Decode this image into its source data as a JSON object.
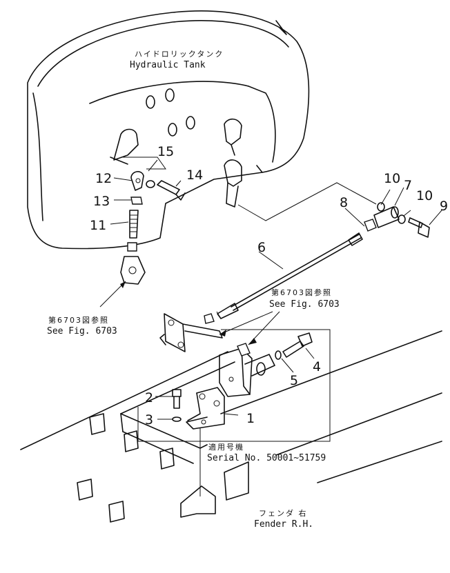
{
  "labels": {
    "tank_jp": "ハイドロリックタンク",
    "tank_en": "Hydraulic  Tank",
    "ref1_jp": "第6703図参照",
    "ref1_en": "See  Fig. 6703",
    "ref2_jp": "第6703図参照",
    "ref2_en": "See  Fig. 6703",
    "serial_jp": "適用号機",
    "serial_en": "Serial  No. 50001~51759",
    "fender_jp": "フェンダ  右",
    "fender_en": "Fender  R.H."
  },
  "part_numbers": [
    "1",
    "2",
    "3",
    "4",
    "5",
    "6",
    "7",
    "8",
    "9",
    "10",
    "10",
    "11",
    "12",
    "13",
    "14",
    "15"
  ]
}
